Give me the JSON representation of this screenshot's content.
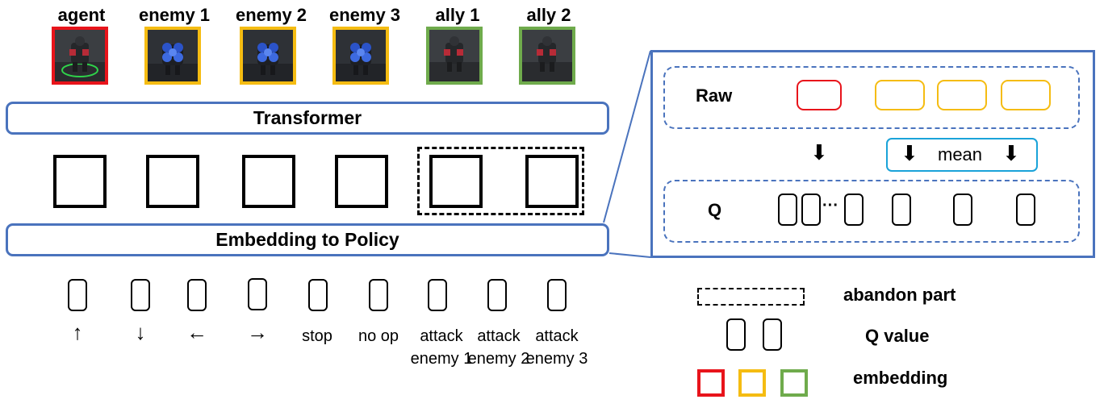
{
  "units": [
    {
      "label": "agent",
      "kind": "agent"
    },
    {
      "label": "enemy 1",
      "kind": "enemy"
    },
    {
      "label": "enemy 2",
      "kind": "enemy"
    },
    {
      "label": "enemy 3",
      "kind": "enemy"
    },
    {
      "label": "ally 1",
      "kind": "ally"
    },
    {
      "label": "ally 2",
      "kind": "ally"
    }
  ],
  "transformer_label": "Transformer",
  "policy_label": "Embedding to Policy",
  "actions": [
    "↑",
    "↓",
    "←",
    "→",
    "stop",
    "no op",
    "attack enemy 1",
    "attack enemy 2",
    "attack enemy 3"
  ],
  "detail": {
    "raw_label": "Raw",
    "q_label": "Q",
    "mean_label": "mean",
    "down_arrow": "⬇",
    "ellipsis": "···"
  },
  "legend": {
    "abandon": "abandon part",
    "q_value": "Q value",
    "embedding": "embedding"
  },
  "colors": {
    "agent": "#e8141b",
    "enemy": "#f5bc12",
    "ally": "#6fab4c",
    "frame": "#4a73bd",
    "mean_box": "#1aa3d9"
  }
}
